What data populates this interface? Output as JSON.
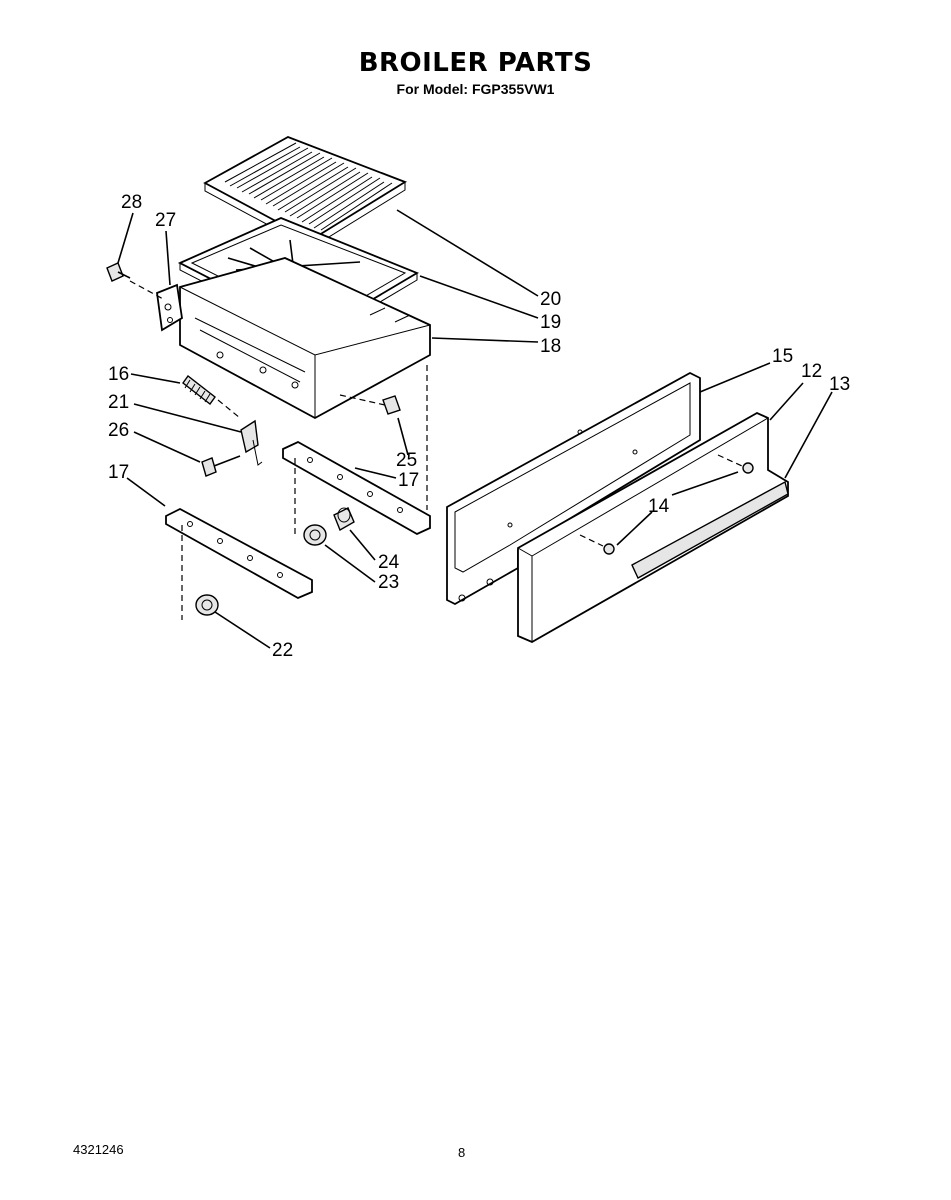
{
  "header": {
    "title": "BROILER PARTS",
    "subtitle": "For Model: FGP355VW1"
  },
  "footer": {
    "doc_number": "4321246",
    "page_number": "8"
  },
  "callouts": [
    {
      "id": "c28",
      "label": "28"
    },
    {
      "id": "c27",
      "label": "27"
    },
    {
      "id": "c20",
      "label": "20"
    },
    {
      "id": "c19",
      "label": "19"
    },
    {
      "id": "c18",
      "label": "18"
    },
    {
      "id": "c16",
      "label": "16"
    },
    {
      "id": "c21",
      "label": "21"
    },
    {
      "id": "c26",
      "label": "26"
    },
    {
      "id": "c25",
      "label": "25"
    },
    {
      "id": "c17a",
      "label": "17"
    },
    {
      "id": "c17b",
      "label": "17"
    },
    {
      "id": "c24",
      "label": "24"
    },
    {
      "id": "c23",
      "label": "23"
    },
    {
      "id": "c22",
      "label": "22"
    },
    {
      "id": "c15",
      "label": "15"
    },
    {
      "id": "c12",
      "label": "12"
    },
    {
      "id": "c13",
      "label": "13"
    },
    {
      "id": "c14",
      "label": "14"
    }
  ]
}
